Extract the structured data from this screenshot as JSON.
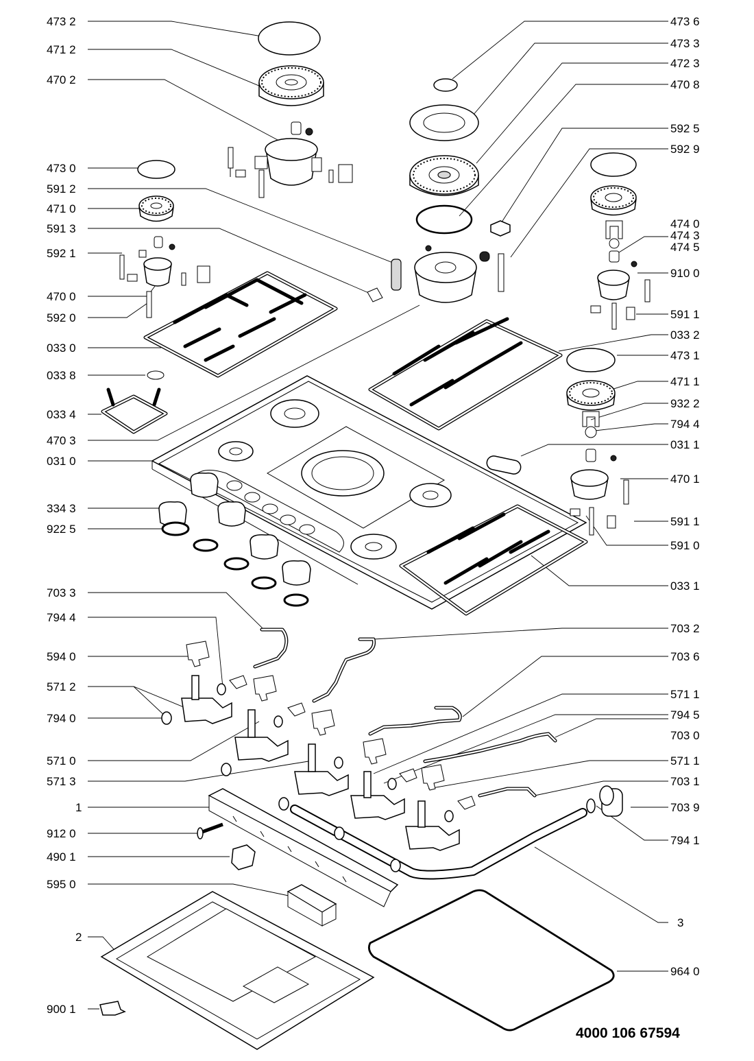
{
  "labels_left": [
    "473 2",
    "471 2",
    "470 2",
    "473 0",
    "591 2",
    "471 0",
    "591 3",
    "592 1",
    "470 0",
    "592 0",
    "033 0",
    "033 8",
    "033 4",
    "470 3",
    "031 0",
    "334 3",
    "922 5",
    "703 3",
    "794 4",
    "594 0",
    "571 2",
    "794 0",
    "571 0",
    "571 3",
    "1",
    "912 0",
    "490 1",
    "595 0",
    "2",
    "900 1"
  ],
  "labels_right": [
    "473 6",
    "473 3",
    "472 3",
    "470 8",
    "592 5",
    "592 9",
    "474 0",
    "474 3",
    "474 5",
    "910 0",
    "591 1",
    "033 2",
    "473 1",
    "471 1",
    "932 2",
    "794 4",
    "031 1",
    "470 1",
    "591 1",
    "591 0",
    "033 1",
    "703 2",
    "703 6",
    "571 1",
    "794 5",
    "703 0",
    "571 1",
    "703 1",
    "703 9",
    "794 1",
    "3",
    "964 0"
  ],
  "document_number": "4000 106 67594"
}
